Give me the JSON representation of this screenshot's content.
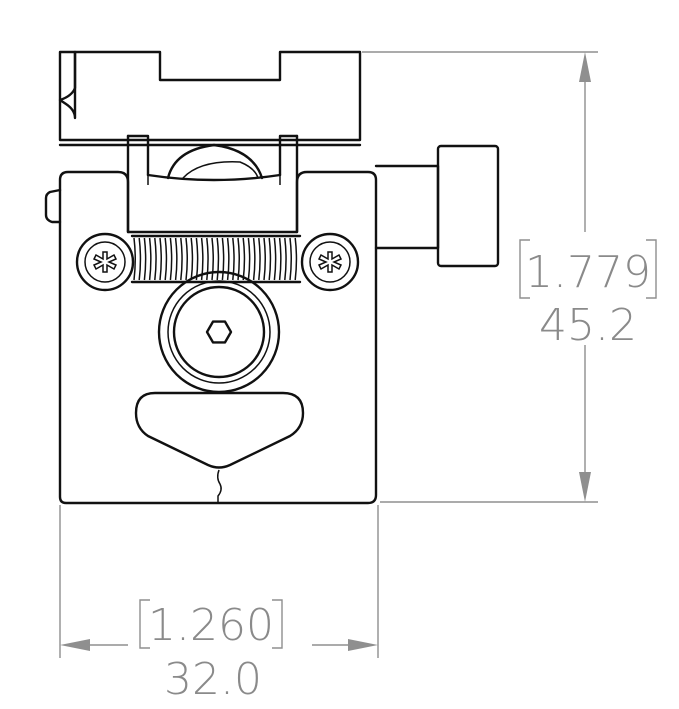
{
  "dimensions": {
    "height": {
      "inch": "1.779",
      "mm": "45.2"
    },
    "width": {
      "inch": "1.260",
      "mm": "32.0"
    }
  },
  "colors": {
    "outline": "#111111",
    "dimension": "#8a8a8a",
    "background": "#ffffff"
  }
}
